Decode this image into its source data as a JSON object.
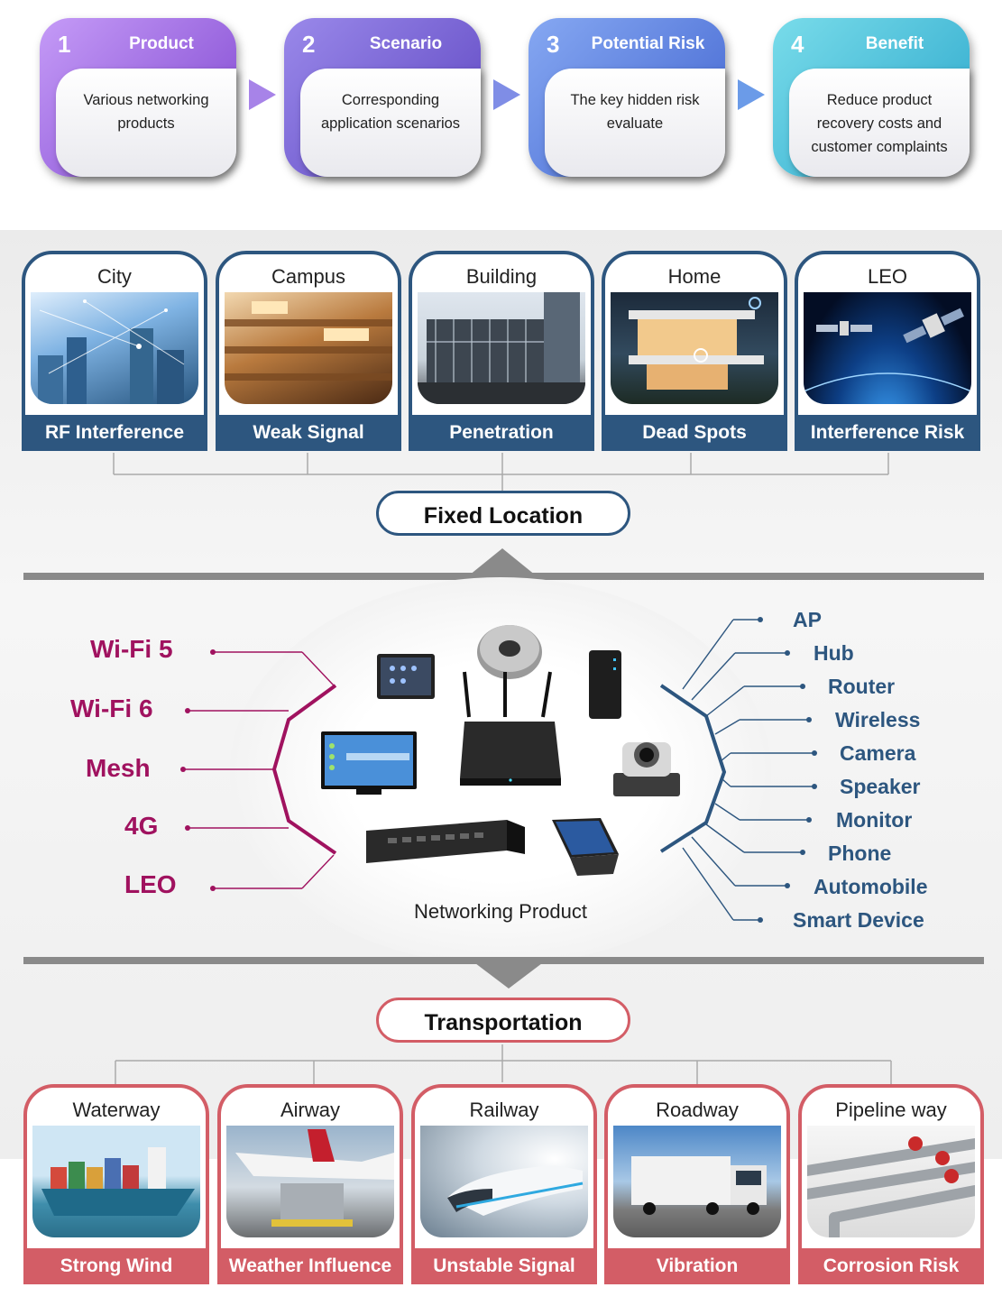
{
  "steps": [
    {
      "num": "1",
      "title": "Product",
      "desc": "Various networking products",
      "color_a": "#b889f5",
      "color_b": "#8752d8"
    },
    {
      "num": "2",
      "title": "Scenario",
      "desc": "Corresponding application scenarios",
      "color_a": "#8f7fe6",
      "color_b": "#6a52c8"
    },
    {
      "num": "3",
      "title": "Potential Risk",
      "desc": "The key hidden risk evaluate",
      "color_a": "#7a9df0",
      "color_b": "#4f6fd6"
    },
    {
      "num": "4",
      "title": "Benefit",
      "desc": "Reduce product recovery costs and customer complaints",
      "color_a": "#6ed5e6",
      "color_b": "#3ab2d2"
    }
  ],
  "fixed_location": {
    "label": "Fixed Location",
    "color": "#2d567f",
    "tiles": [
      {
        "name": "City",
        "risk": "RF Interference"
      },
      {
        "name": "Campus",
        "risk": "Weak Signal"
      },
      {
        "name": "Building",
        "risk": "Penetration"
      },
      {
        "name": "Home",
        "risk": "Dead Spots"
      },
      {
        "name": "LEO",
        "risk": "Interference Risk"
      }
    ]
  },
  "center": {
    "label": "Networking Product",
    "technologies": [
      "Wi-Fi 5",
      "Wi-Fi 6",
      "Mesh",
      "4G",
      "LEO"
    ],
    "tech_color": "#a0125f",
    "devices": [
      "AP",
      "Hub",
      "Router",
      "Wireless",
      "Camera",
      "Speaker",
      "Monitor",
      "Phone",
      "Automobile",
      "Smart Device"
    ],
    "device_color": "#2d567f"
  },
  "transportation": {
    "label": "Transportation",
    "color": "#d35d66",
    "tiles": [
      {
        "name": "Waterway",
        "risk": "Strong Wind"
      },
      {
        "name": "Airway",
        "risk": "Weather Influence"
      },
      {
        "name": "Railway",
        "risk": "Unstable Signal"
      },
      {
        "name": "Roadway",
        "risk": "Vibration"
      },
      {
        "name": "Pipeline way",
        "risk": "Corrosion Risk"
      }
    ]
  }
}
